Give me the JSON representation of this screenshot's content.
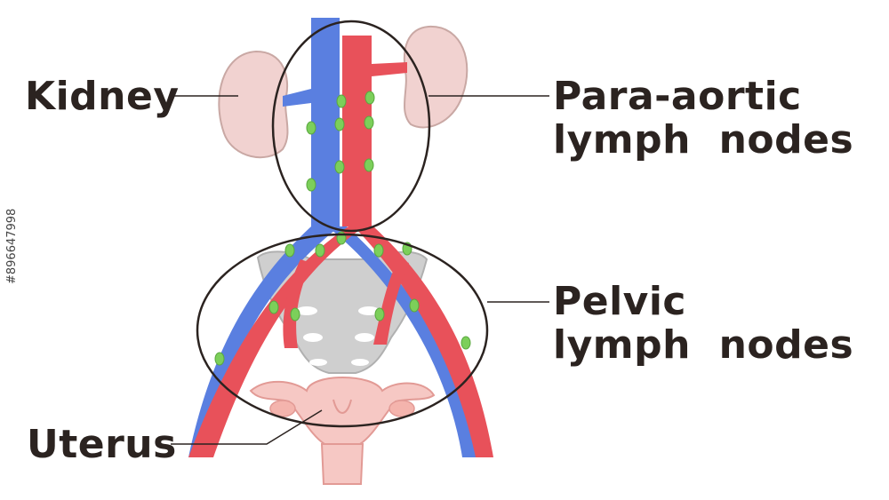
{
  "labels": {
    "kidney": "Kidney",
    "para_aortic_line1": "Para-aortic",
    "para_aortic_line2": "lymph  nodes",
    "pelvic_line1": "Pelvic",
    "pelvic_line2": "lymph  nodes",
    "uterus": "Uterus"
  },
  "watermark_id": "#896647998",
  "colors": {
    "artery": "#e8515a",
    "vein": "#5a7fe0",
    "lymph_node": "#7ccf5a",
    "kidney": "#f1d2d0",
    "pelvis_bone": "#cfcfcf",
    "uterus": "#f6c8c4",
    "outline": "#2b2320"
  }
}
